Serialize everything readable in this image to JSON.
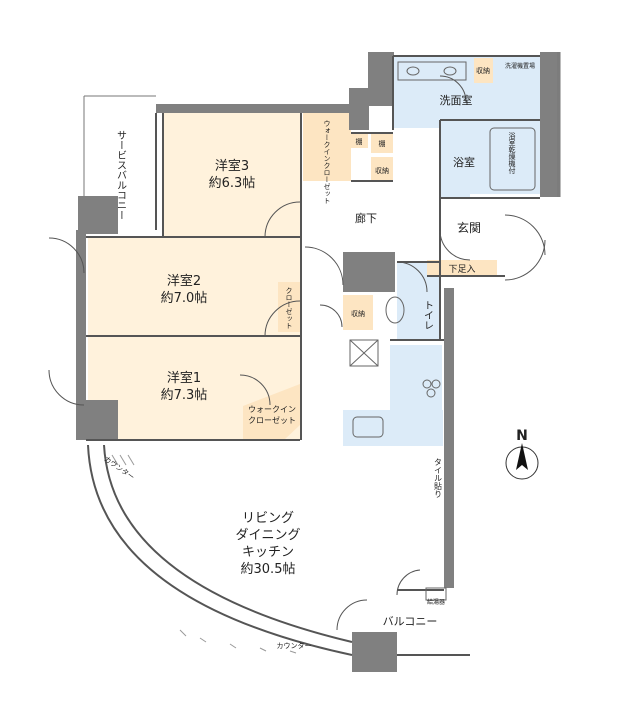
{
  "rooms": {
    "western3": {
      "name": "洋室3",
      "size": "約6.3帖"
    },
    "western2": {
      "name": "洋室2",
      "size": "約7.0帖"
    },
    "western1": {
      "name": "洋室1",
      "size": "約7.3帖"
    },
    "ldk": {
      "line1": "リビング",
      "line2": "ダイニング",
      "line3": "キッチン",
      "size": "約30.5帖"
    },
    "corridor": "廊下",
    "entrance": "玄関",
    "washroom": "洗面室",
    "bathroom": "浴室",
    "toilet": "トイレ",
    "balcony": "バルコニー",
    "service_balcony": "サービスバルコニー"
  },
  "labels": {
    "shoe_cabinet": "下足入",
    "storage": "収納",
    "storage_small": "棚",
    "walkin3": "ウォークインクローゼット",
    "closet2": "クローゼット",
    "walkin1_line1": "ウォークイン",
    "walkin1_line2": "クローゼット",
    "bath_dryer": "浴室乾燥機付",
    "laundry_pan": "洗濯機置場",
    "tile_floor": "タイル貼り",
    "counter": "カウンター",
    "water_heater": "給湯器",
    "compass_n": "N"
  },
  "colors": {
    "wall": "#808080",
    "floor_wood": "#fff2dc",
    "wet_area": "#dcebf8",
    "closet": "#fde5c2",
    "line": "#555555"
  }
}
